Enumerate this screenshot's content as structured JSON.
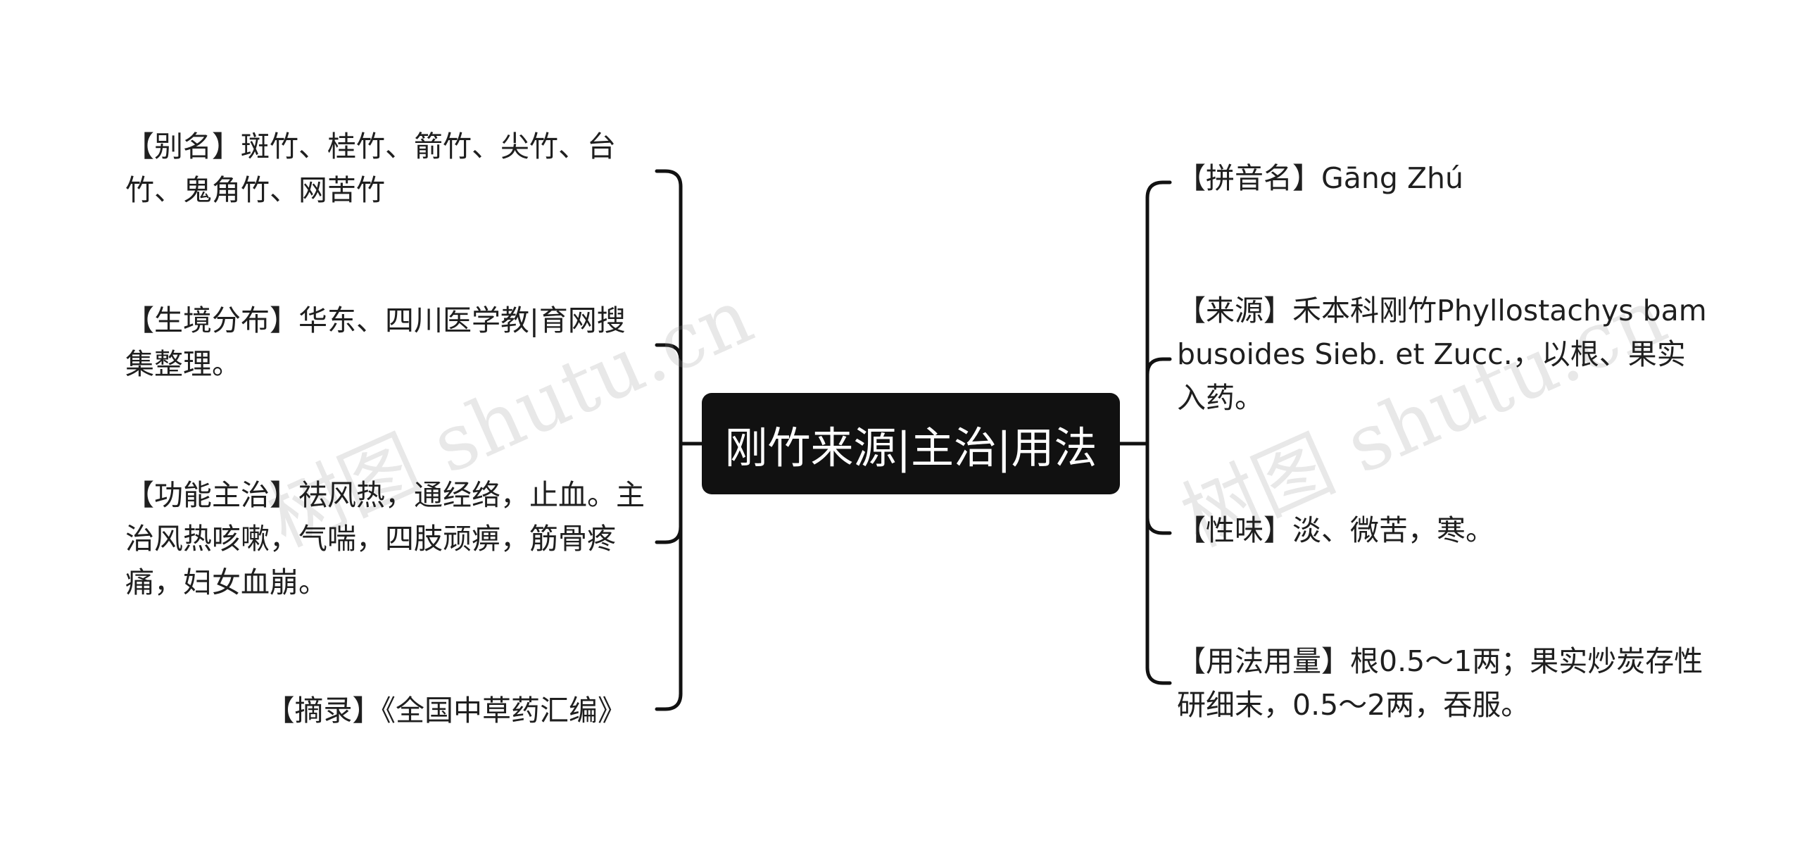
{
  "root": {
    "title": "刚竹来源|主治|用法"
  },
  "left_nodes": [
    {
      "id": "alias",
      "text": "【别名】斑竹、桂竹、箭竹、尖竹、台竹、鬼角竹、网苦竹"
    },
    {
      "id": "habitat",
      "text": "【生境分布】华东、四川医学教|育网搜集整理。"
    },
    {
      "id": "function",
      "text": "【功能主治】祛风热，通经络，止血。主治风热咳嗽，气喘，四肢顽痹，筋骨疼痛，妇女血崩。"
    },
    {
      "id": "excerpt",
      "text": "【摘录】《全国中草药汇编》"
    }
  ],
  "right_nodes": [
    {
      "id": "pinyin",
      "text": "【拼音名】Gāng Zhú"
    },
    {
      "id": "source",
      "text": "【来源】禾本科刚竹Phyllostachys bambusoides Sieb. et Zucc.，以根、果实入药。"
    },
    {
      "id": "taste",
      "text": "【性味】淡、微苦，寒。"
    },
    {
      "id": "usage",
      "text": "【用法用量】根0.5～1两；果实炒炭存性研细末，0.5～2两，吞服。"
    }
  ],
  "watermarks": [
    {
      "text": "树图 shutu.cn"
    },
    {
      "text": "树图 shutu.cn"
    }
  ],
  "colors": {
    "root_bg": "#111111",
    "root_text": "#ffffff",
    "line": "#111111",
    "text": "#1f1f1f"
  }
}
